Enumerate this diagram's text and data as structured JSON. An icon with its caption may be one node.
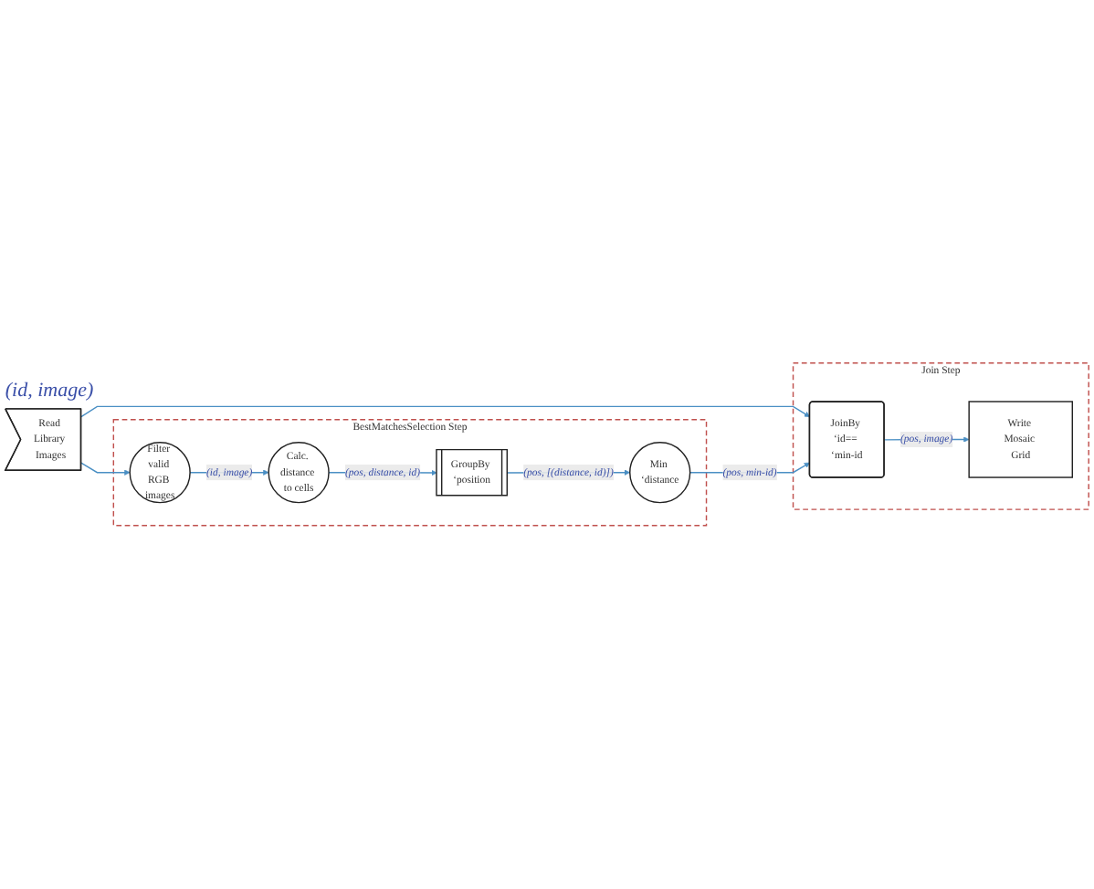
{
  "diagram": {
    "nodes": [
      {
        "text": [
          "Read Library Images"
        ],
        "beside": [
          "(id, image)"
        ]
      },
      {
        "text": [
          "BestMatchesSelection Step"
        ]
      },
      {
        "text": [
          "Filter valid RGB images"
        ],
        "in": 1
      },
      {
        "text": [
          "Calc. distance to cells"
        ],
        "in": 1
      },
      {
        "text": [
          "GroupBy ‘position"
        ],
        "in": 1
      },
      {
        "text": [
          "Min ‘distance"
        ],
        "in": 1
      },
      {
        "text": [
          "Join Step"
        ]
      },
      {
        "text": [
          "JoinBy ‘id== ‘min-id"
        ],
        "in": 6
      },
      {
        "text": [
          "Write Mosaic Grid"
        ],
        "in": 6
      }
    ],
    "edges": [
      {
        "from": 0,
        "to": 2,
        "arrow": "to"
      },
      {
        "from": 0,
        "to": 7,
        "arrow": "to"
      },
      {
        "from": 2,
        "to": 3,
        "arrow": "to",
        "label": "(id, image)"
      },
      {
        "from": 3,
        "to": 4,
        "arrow": "to",
        "label": "(pos, distance, id)"
      },
      {
        "from": 4,
        "to": 5,
        "arrow": "to",
        "label": "(pos, [(distance, id)])"
      },
      {
        "from": 5,
        "to": 7,
        "arrow": "to",
        "label": "(pos, min-id)"
      },
      {
        "from": 7,
        "to": 8,
        "arrow": "to",
        "label": "(pos, image)"
      }
    ]
  }
}
